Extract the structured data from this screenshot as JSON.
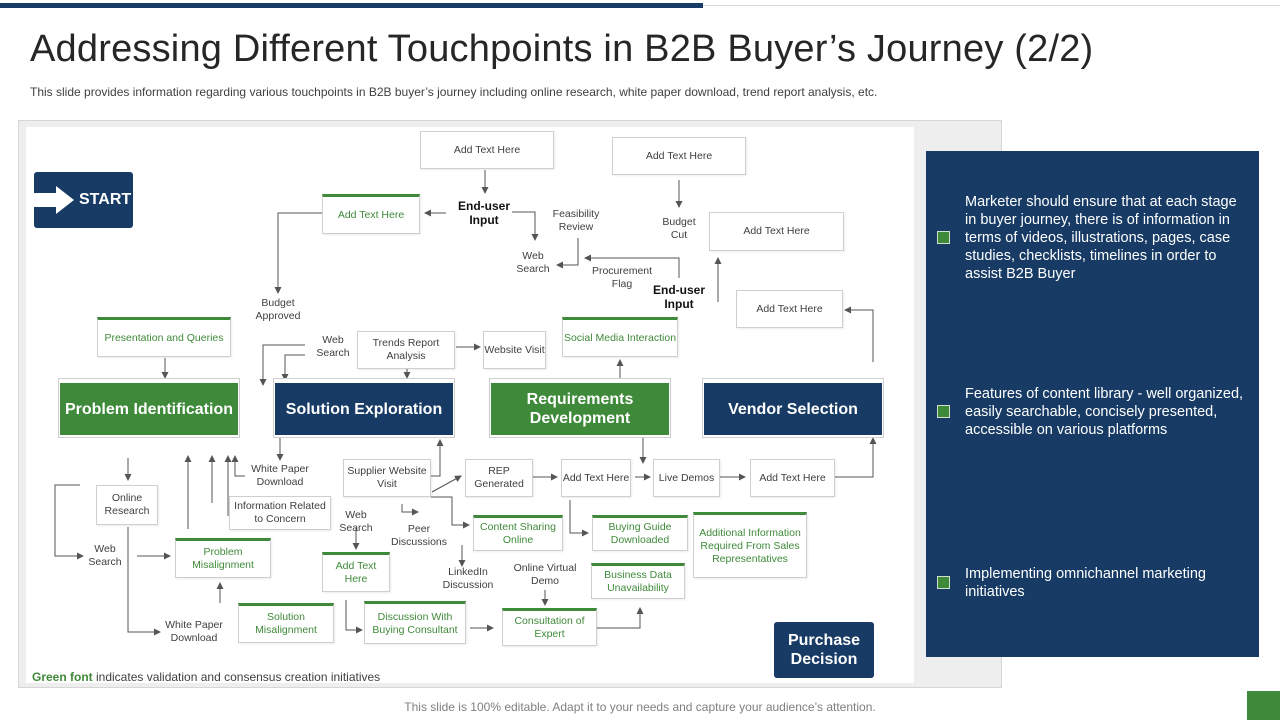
{
  "title": "Addressing Different Touchpoints in B2B Buyer’s Journey (2/2)",
  "subtitle": "This slide provides information regarding various touchpoints in B2B buyer’s journey including online research, white paper download, trend report analysis, etc.",
  "legend": {
    "green": "Green font",
    "rest": " indicates validation and consensus creation initiatives"
  },
  "start": "START",
  "purchase": "Purchase Decision",
  "stages": [
    "Problem Identification",
    "Solution Exploration",
    "Requirements Development",
    "Vendor Selection"
  ],
  "nodes": {
    "add1": "Add Text Here",
    "add2": "Add Text Here",
    "add3": "Add Text Here",
    "add4": "Add Text Here",
    "add5": "Add Text Here",
    "end_user_1": "End-user Input",
    "end_user_2": "End-user Input",
    "feasibility": "Feasibility Review",
    "web_search_top": "Web Search",
    "budget_cut": "Budget Cut",
    "procurement": "Procurement Flag",
    "budget_approved": "Budget Approved",
    "presentation": "Presentation and Queries",
    "web_search_2": "Web Search",
    "trends": "Trends Report Analysis",
    "website_visit": "Website Visit",
    "social_media": "Social Media Interaction",
    "online_research": "Online Research",
    "web_search_3": "Web Search",
    "white_paper_1": "White Paper Download",
    "info_concern": "Information Related to Concern",
    "problem_mis": "Problem Misalignment",
    "solution_mis": "Solution Misalignment",
    "white_paper_2": "White Paper Download",
    "supplier": "Supplier Website Visit",
    "web_search_4": "Web Search",
    "peer": "Peer Discussions",
    "add_green": "Add Text Here",
    "linkedin": "LinkedIn Discussion",
    "discussion": "Discussion With Buying Consultant",
    "rep": "REP Generated",
    "content_sharing": "Content Sharing Online",
    "online_demo": "Online Virtual Demo",
    "consultation": "Consultation of Expert",
    "add_mid": "Add Text Here",
    "buying_guide": "Buying Guide Downloaded",
    "business_data": "Business Data Unavailability",
    "live_demos": "Live Demos",
    "additional": "Additional Information Required From Sales Representatives",
    "add_right": "Add Text Here"
  },
  "side": [
    "Marketer should ensure that at each stage in buyer journey, there is of information in terms of videos, illustrations, pages, case studies, checklists, timelines in order to assist B2B Buyer",
    "Features of content library - well organized, easily searchable, concisely presented, accessible on various platforms",
    "Implementing omnichannel marketing initiatives"
  ],
  "footer": "This slide is 100% editable. Adapt it to your needs and capture your audience’s attention.",
  "colors": {
    "navy": "#173b64",
    "green": "#3f8a3a"
  }
}
